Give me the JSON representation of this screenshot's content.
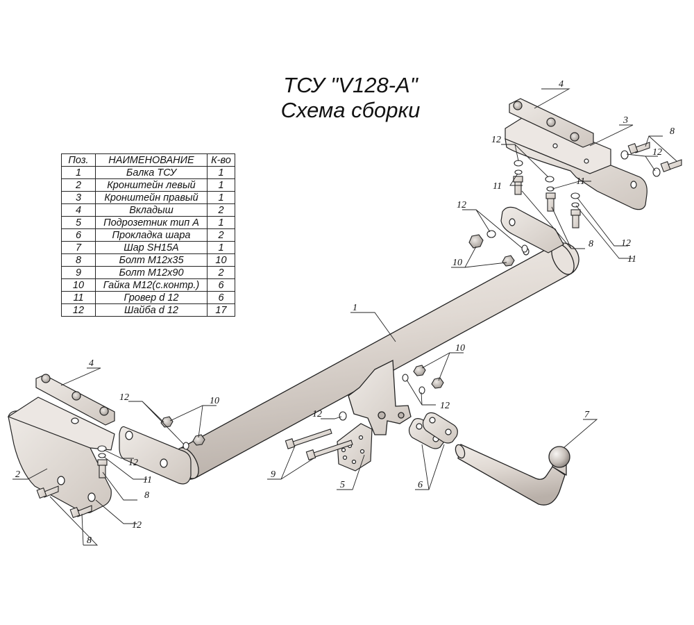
{
  "title": {
    "line1": "ТСУ \"V128-A\"",
    "line2": "Схема сборки"
  },
  "table": {
    "headers": [
      "Поз.",
      "НАИМЕНОВАНИЕ",
      "К-во"
    ],
    "rows": [
      {
        "pos": "1",
        "name": "Балка ТСУ",
        "qty": "1"
      },
      {
        "pos": "2",
        "name": "Кронштейн левый",
        "qty": "1"
      },
      {
        "pos": "3",
        "name": "Кронштейн правый",
        "qty": "1"
      },
      {
        "pos": "4",
        "name": "Вкладыш",
        "qty": "2"
      },
      {
        "pos": "5",
        "name": "Подрозетник тип А",
        "qty": "1"
      },
      {
        "pos": "6",
        "name": "Прокладка шара",
        "qty": "2"
      },
      {
        "pos": "7",
        "name": "Шар SH15A",
        "qty": "1"
      },
      {
        "pos": "8",
        "name": "Болт М12х35",
        "qty": "10"
      },
      {
        "pos": "9",
        "name": "Болт М12х90",
        "qty": "2"
      },
      {
        "pos": "10",
        "name": "Гайка М12(с.контр.)",
        "qty": "6"
      },
      {
        "pos": "11",
        "name": "Гровер d 12",
        "qty": "6"
      },
      {
        "pos": "12",
        "name": "Шайба d 12",
        "qty": "17"
      }
    ]
  },
  "callouts": {
    "c1": "1",
    "c2": "2",
    "c3": "3",
    "c4a": "4",
    "c4b": "4",
    "c5": "5",
    "c6": "6",
    "c7": "7",
    "c8a": "8",
    "c8b": "8",
    "c8c": "8",
    "c8d": "8",
    "c9": "9",
    "c10a": "10",
    "c10b": "10",
    "c10c": "10",
    "c11a": "11",
    "c11b": "11",
    "c11c": "11",
    "c11d": "11",
    "c12a": "12",
    "c12b": "12",
    "c12c": "12",
    "c12d": "12",
    "c12e": "12",
    "c12f": "12",
    "c12g": "12",
    "c12h": "12",
    "c12i": "12"
  }
}
